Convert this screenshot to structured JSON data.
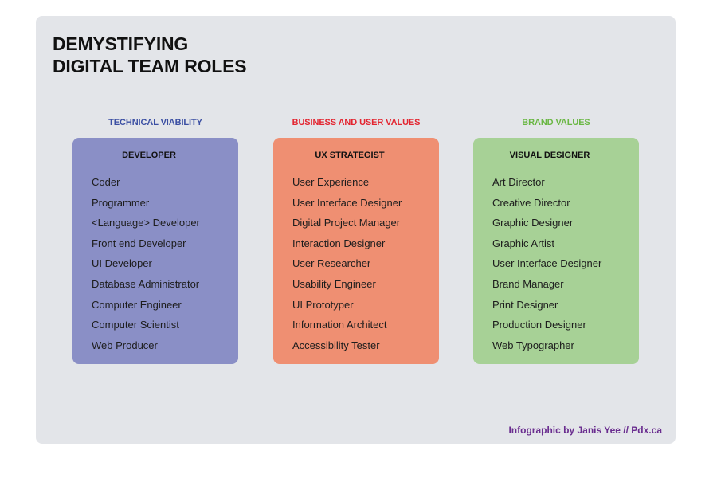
{
  "title": {
    "line1": "DEMYSTIFYING",
    "line2": "DIGITAL TEAM ROLES"
  },
  "columns": [
    {
      "category": "TECHNICAL VIABILITY",
      "category_color": "#3b4fa3",
      "box_color": "#8a8fc6",
      "header": "DEVELOPER",
      "roles": [
        "Coder",
        "Programmer",
        "<Language> Developer",
        "Front end Developer",
        "UI Developer",
        "Database Administrator",
        "Computer Engineer",
        "Computer Scientist",
        "Web Producer"
      ]
    },
    {
      "category": "BUSINESS AND USER VALUES",
      "category_color": "#e32530",
      "box_color": "#ef8f72",
      "header": "UX STRATEGIST",
      "roles": [
        "User Experience",
        "User Interface Designer",
        "Digital Project Manager",
        "Interaction Designer",
        "User Researcher",
        "Usability Engineer",
        "UI Prototyper",
        "Information Architect",
        "Accessibility Tester"
      ]
    },
    {
      "category": "BRAND VALUES",
      "category_color": "#6ab744",
      "box_color": "#a7d196",
      "header": "VISUAL DESIGNER",
      "roles": [
        "Art Director",
        "Creative Director",
        "Graphic Designer",
        "Graphic Artist",
        "User Interface Designer",
        "Brand Manager",
        "Print Designer",
        "Production Designer",
        "Web Typographer"
      ]
    }
  ],
  "credit": "Infographic by Janis Yee // Pdx.ca",
  "colors": {
    "panel_bg": "#e3e5e9",
    "credit": "#6a2d8f"
  }
}
